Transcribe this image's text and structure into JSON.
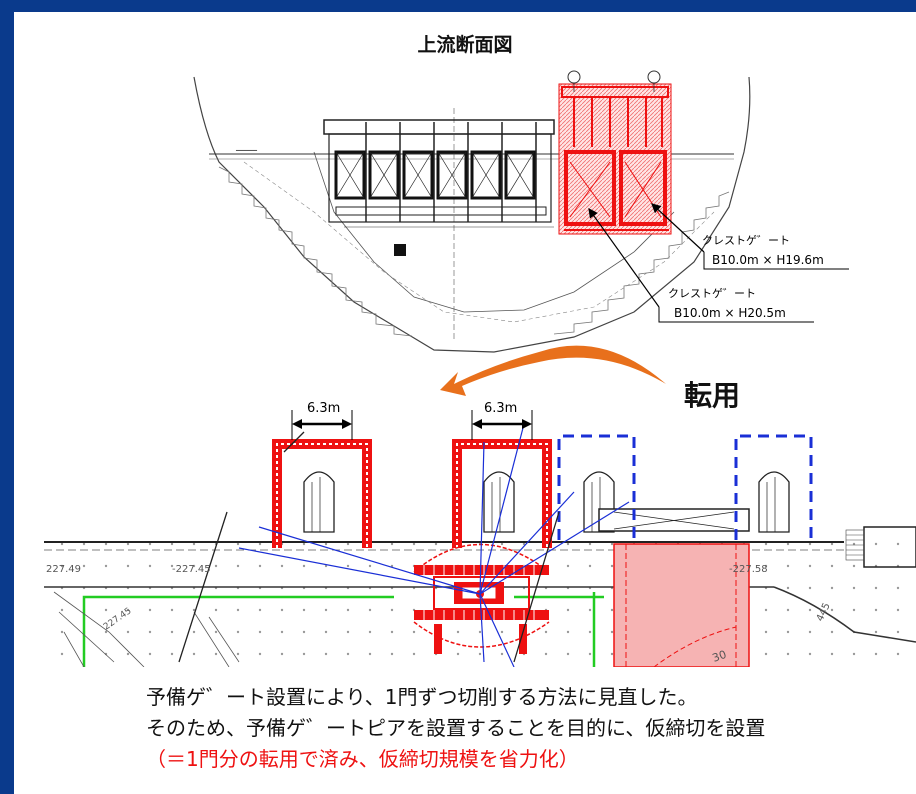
{
  "title": "上流断面図",
  "upper_section": {
    "callouts": [
      {
        "name": "クレストゲ゛ート",
        "size": "B10.0m × H19.6m"
      },
      {
        "name": "クレストゲ゛ート",
        "size": "B10.0m × H20.5m"
      }
    ]
  },
  "transfer_label": "転用",
  "dimensions": [
    "6.3m",
    "6.3m"
  ],
  "plan_ground_labels": [
    "227.49",
    "-227.45",
    "-227.58",
    "227.45",
    "445",
    "30"
  ],
  "caption": {
    "line1": "予備ゲ゛ート設置により、1門ずつ切削する方法に見直した。",
    "line2": "そのため、予備ゲ゛ートピアを設置することを目的に、仮締切を設置",
    "line3": "（＝1門分の転用で済み、仮締切規模を省力化）"
  },
  "colors": {
    "frame": "#0a3a8c",
    "red": "#ee1111",
    "blue_dash": "#1a2fd6",
    "arrow": "#e8701c",
    "green": "#22cc22"
  }
}
